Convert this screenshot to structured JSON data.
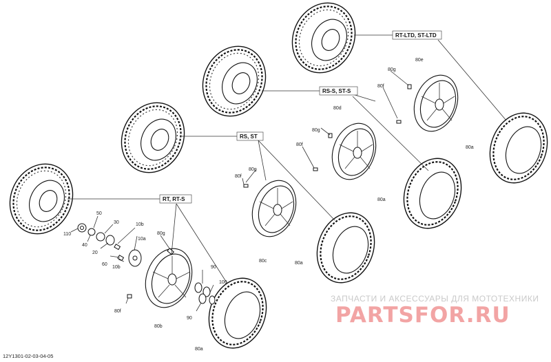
{
  "diagram": {
    "group_labels": {
      "rt_ltd": "RT-LTD, ST-LTD",
      "rs_s": "RS-S, ST-S",
      "rs": "RS, ST",
      "rt": "RT, RT-S"
    },
    "part_labels": {
      "p110": "110",
      "p50": "50",
      "p30": "30",
      "p40": "40",
      "p20": "20",
      "p60": "60",
      "p10b_top": "10b",
      "p10a": "10a",
      "p10b_bot": "10b",
      "p80g_rt": "80g",
      "p80b": "80b",
      "p80f_rt": "80f",
      "p90_top": "90",
      "p90_bot": "90",
      "p100": "100",
      "p80a_rt": "80a",
      "p80g_rs": "80g",
      "p80f_rs": "80f",
      "p80c": "80c",
      "p80a_rs": "80a",
      "p80g_rss": "80g",
      "p80d": "80d",
      "p80f_rss": "80f",
      "p80a_rss": "80a",
      "p80g_ltd": "80g",
      "p80e": "80e",
      "p80f_ltd": "80f",
      "p80a_ltd": "80a"
    }
  },
  "watermark": {
    "tagline": "ЗАПЧАСТИ И АКСЕССУАРЫ ДЛЯ МОТОТЕХНИКИ",
    "logo": "PARTSFOR.RU"
  },
  "document_id": "12Y1301-02-03-04-05",
  "colors": {
    "linework": "#111111",
    "watermark_text": "#c9c9c9",
    "watermark_logo": "#f2a4a4"
  }
}
